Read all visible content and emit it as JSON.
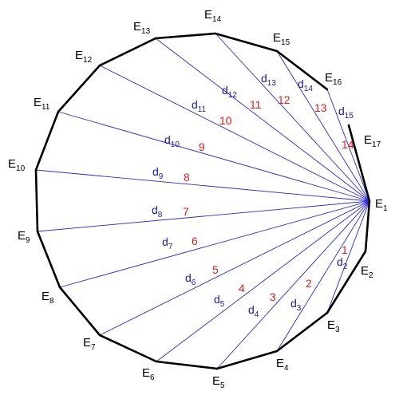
{
  "colors": {
    "polygon": "#000000",
    "diagonal": "#2a2ad6",
    "diagonal_label": "#1a1aa6",
    "index_label": "#e01b1b"
  },
  "vertices": [
    {
      "id": "E1",
      "base": "E",
      "sub": "1"
    },
    {
      "id": "E2",
      "base": "E",
      "sub": "2"
    },
    {
      "id": "E3",
      "base": "E",
      "sub": "3"
    },
    {
      "id": "E4",
      "base": "E",
      "sub": "4"
    },
    {
      "id": "E5",
      "base": "E",
      "sub": "5"
    },
    {
      "id": "E6",
      "base": "E",
      "sub": "6"
    },
    {
      "id": "E7",
      "base": "E",
      "sub": "7"
    },
    {
      "id": "E8",
      "base": "E",
      "sub": "8"
    },
    {
      "id": "E9",
      "base": "E",
      "sub": "9"
    },
    {
      "id": "E10",
      "base": "E",
      "sub": "10"
    },
    {
      "id": "E11",
      "base": "E",
      "sub": "11"
    },
    {
      "id": "E12",
      "base": "E",
      "sub": "12"
    },
    {
      "id": "E13",
      "base": "E",
      "sub": "13"
    },
    {
      "id": "E14",
      "base": "E",
      "sub": "14"
    },
    {
      "id": "E15",
      "base": "E",
      "sub": "15"
    },
    {
      "id": "E16",
      "base": "E",
      "sub": "16"
    },
    {
      "id": "E17",
      "base": "E",
      "sub": "17"
    }
  ],
  "diagonals": [
    {
      "label_base": "d",
      "label_sub": "2",
      "index": "1"
    },
    {
      "label_base": "d",
      "label_sub": "3",
      "index": "2"
    },
    {
      "label_base": "d",
      "label_sub": "4",
      "index": "3"
    },
    {
      "label_base": "d",
      "label_sub": "5",
      "index": "4"
    },
    {
      "label_base": "d",
      "label_sub": "6",
      "index": "5"
    },
    {
      "label_base": "d",
      "label_sub": "7",
      "index": "6"
    },
    {
      "label_base": "d",
      "label_sub": "8",
      "index": "7"
    },
    {
      "label_base": "d",
      "label_sub": "9",
      "index": "8"
    },
    {
      "label_base": "d",
      "label_sub": "10",
      "index": "9"
    },
    {
      "label_base": "d",
      "label_sub": "11",
      "index": "10"
    },
    {
      "label_base": "d",
      "label_sub": "12",
      "index": "11"
    },
    {
      "label_base": "d",
      "label_sub": "13",
      "index": "12"
    },
    {
      "label_base": "d",
      "label_sub": "14",
      "index": "13"
    },
    {
      "label_base": "d",
      "label_sub": "15",
      "index": "14"
    }
  ]
}
